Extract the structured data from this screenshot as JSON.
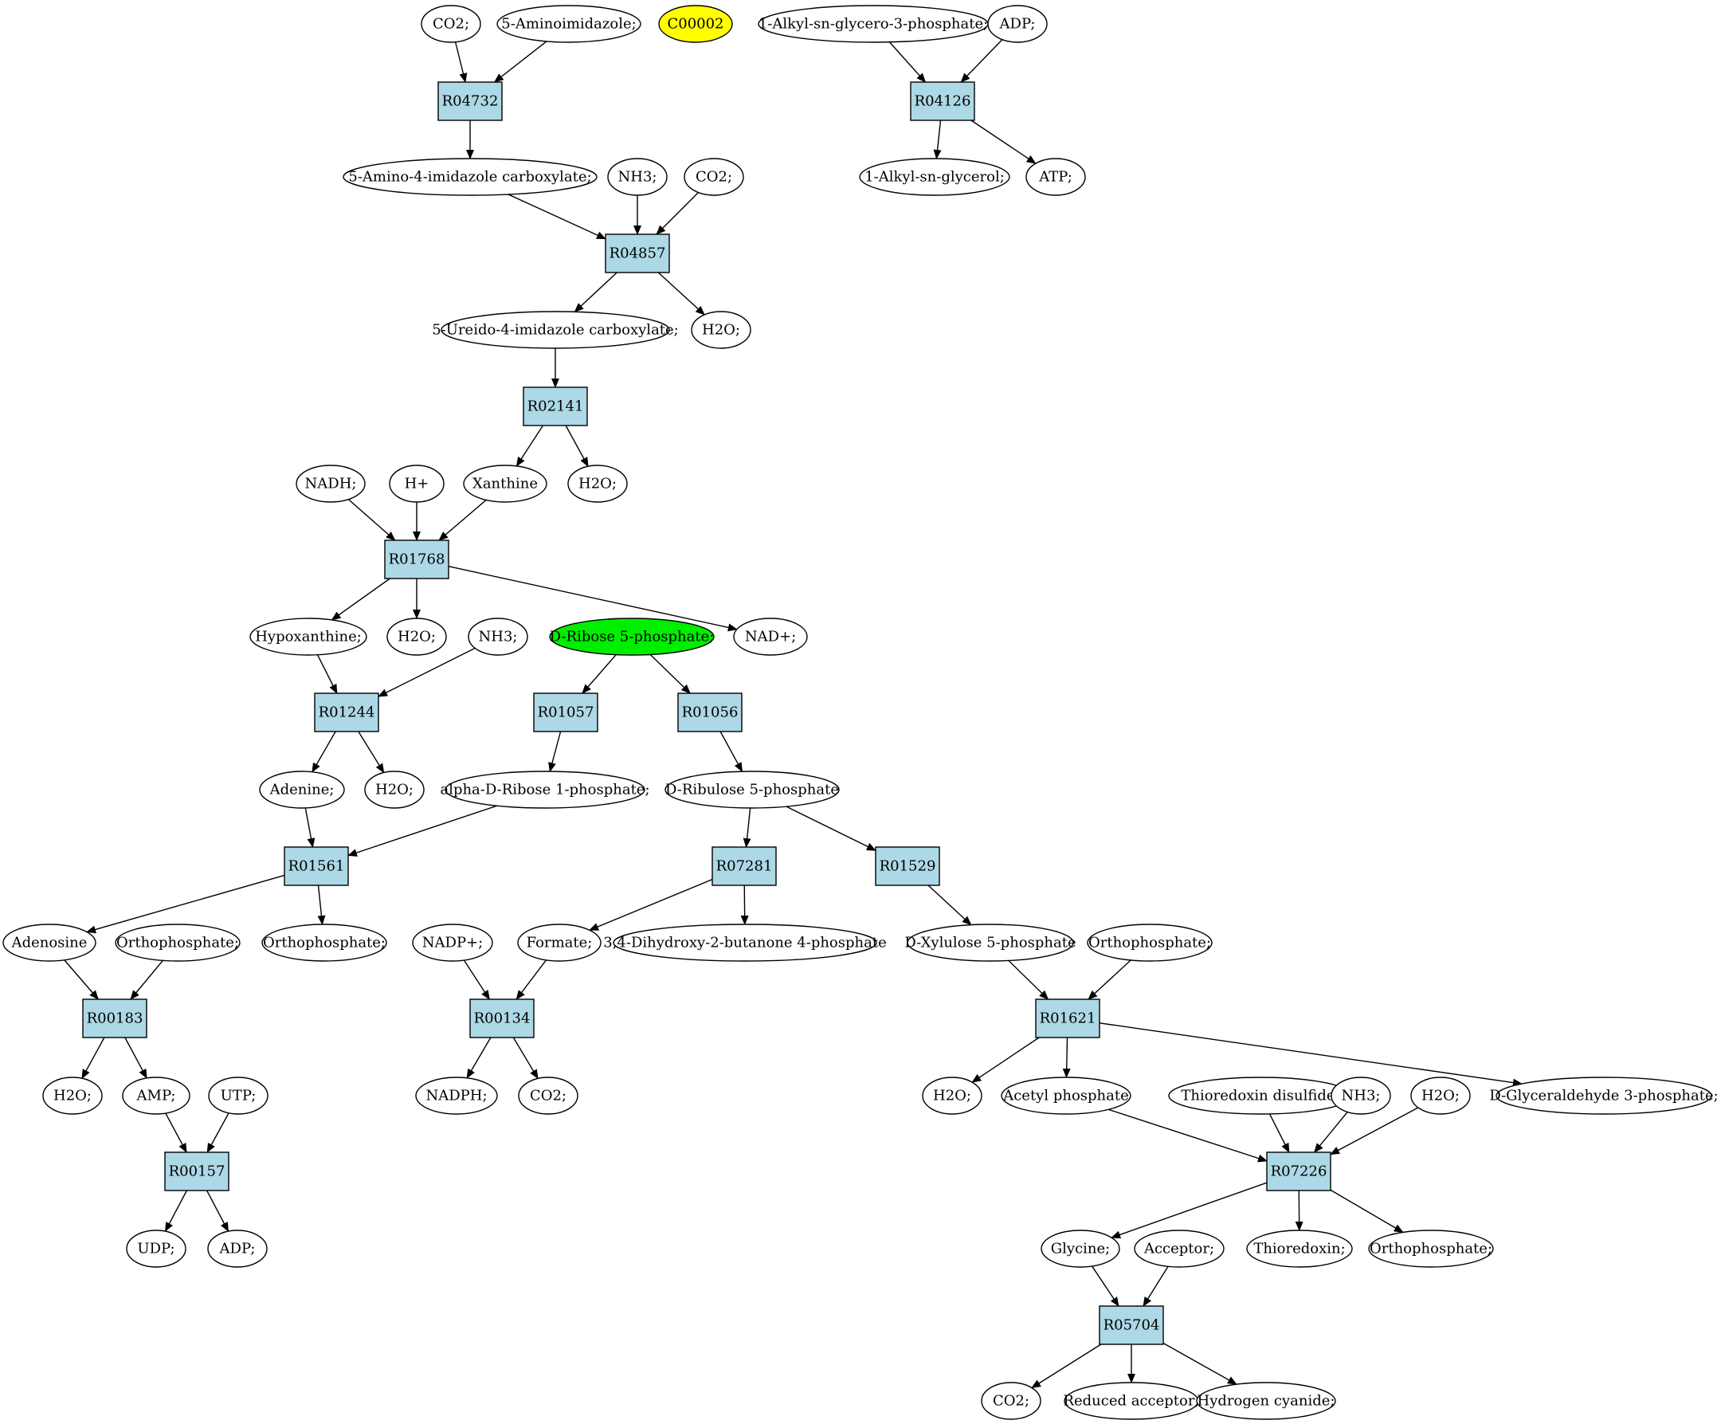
{
  "colors": {
    "compound": "#ffffff",
    "reaction": "#add8e6",
    "highlight_yellow": "#ffff00",
    "highlight_green": "#00ee00"
  },
  "nodes": [
    {
      "id": "c_co2_a",
      "kind": "compound",
      "label": "CO2;"
    },
    {
      "id": "c_5amim",
      "kind": "compound",
      "label": "5-Aminoimidazole;"
    },
    {
      "id": "c_c00002",
      "kind": "compound",
      "label": "C00002",
      "fill": "#ffff00"
    },
    {
      "id": "c_alkylg3p",
      "kind": "compound",
      "label": "1-Alkyl-sn-glycero-3-phosphate;"
    },
    {
      "id": "c_adp_a",
      "kind": "compound",
      "label": "ADP;"
    },
    {
      "id": "r_R04732",
      "kind": "reaction",
      "label": "R04732"
    },
    {
      "id": "r_R04126",
      "kind": "reaction",
      "label": "R04126"
    },
    {
      "id": "c_5a4ic",
      "kind": "compound",
      "label": "5-Amino-4-imidazole carboxylate;"
    },
    {
      "id": "c_nh3_a",
      "kind": "compound",
      "label": "NH3;"
    },
    {
      "id": "c_co2_b",
      "kind": "compound",
      "label": "CO2;"
    },
    {
      "id": "c_alkylgly",
      "kind": "compound",
      "label": "1-Alkyl-sn-glycerol;"
    },
    {
      "id": "c_atp",
      "kind": "compound",
      "label": "ATP;"
    },
    {
      "id": "r_R04857",
      "kind": "reaction",
      "label": "R04857"
    },
    {
      "id": "c_5u4ic",
      "kind": "compound",
      "label": "5-Ureido-4-imidazole carboxylate;"
    },
    {
      "id": "c_h2o_a",
      "kind": "compound",
      "label": "H2O;"
    },
    {
      "id": "r_R02141",
      "kind": "reaction",
      "label": "R02141"
    },
    {
      "id": "c_nadh",
      "kind": "compound",
      "label": "NADH;"
    },
    {
      "id": "c_hplus",
      "kind": "compound",
      "label": "H+"
    },
    {
      "id": "c_xanthine",
      "kind": "compound",
      "label": "Xanthine"
    },
    {
      "id": "c_h2o_b",
      "kind": "compound",
      "label": "H2O;"
    },
    {
      "id": "r_R01768",
      "kind": "reaction",
      "label": "R01768"
    },
    {
      "id": "c_hypox",
      "kind": "compound",
      "label": "Hypoxanthine;"
    },
    {
      "id": "c_h2o_c",
      "kind": "compound",
      "label": "H2O;"
    },
    {
      "id": "c_nh3_b",
      "kind": "compound",
      "label": "NH3;"
    },
    {
      "id": "c_dr5p",
      "kind": "compound",
      "label": "D-Ribose 5-phosphate;",
      "fill": "#00ee00"
    },
    {
      "id": "c_nadplus",
      "kind": "compound",
      "label": "NAD+;"
    },
    {
      "id": "r_R01244",
      "kind": "reaction",
      "label": "R01244"
    },
    {
      "id": "r_R01057",
      "kind": "reaction",
      "label": "R01057"
    },
    {
      "id": "r_R01056",
      "kind": "reaction",
      "label": "R01056"
    },
    {
      "id": "c_adenine",
      "kind": "compound",
      "label": "Adenine;"
    },
    {
      "id": "c_h2o_d",
      "kind": "compound",
      "label": "H2O;"
    },
    {
      "id": "c_adr1p",
      "kind": "compound",
      "label": "alpha-D-Ribose 1-phosphate;"
    },
    {
      "id": "c_dru5p",
      "kind": "compound",
      "label": "D-Ribulose 5-phosphate"
    },
    {
      "id": "r_R01561",
      "kind": "reaction",
      "label": "R01561"
    },
    {
      "id": "r_R07281",
      "kind": "reaction",
      "label": "R07281"
    },
    {
      "id": "r_R01529",
      "kind": "reaction",
      "label": "R01529"
    },
    {
      "id": "c_adenosine",
      "kind": "compound",
      "label": "Adenosine"
    },
    {
      "id": "c_ortho_a",
      "kind": "compound",
      "label": "Orthophosphate;"
    },
    {
      "id": "c_ortho_b",
      "kind": "compound",
      "label": "Orthophosphate;"
    },
    {
      "id": "c_nadpplus",
      "kind": "compound",
      "label": "NADP+;"
    },
    {
      "id": "c_formate",
      "kind": "compound",
      "label": "Formate;"
    },
    {
      "id": "c_34dhb",
      "kind": "compound",
      "label": "3,4-Dihydroxy-2-butanone 4-phosphate"
    },
    {
      "id": "c_dx5p",
      "kind": "compound",
      "label": "D-Xylulose 5-phosphate"
    },
    {
      "id": "c_ortho_c",
      "kind": "compound",
      "label": "Orthophosphate;"
    },
    {
      "id": "r_R00183",
      "kind": "reaction",
      "label": "R00183"
    },
    {
      "id": "r_R00134",
      "kind": "reaction",
      "label": "R00134"
    },
    {
      "id": "r_R01621",
      "kind": "reaction",
      "label": "R01621"
    },
    {
      "id": "c_h2o_e",
      "kind": "compound",
      "label": "H2O;"
    },
    {
      "id": "c_amp",
      "kind": "compound",
      "label": "AMP;"
    },
    {
      "id": "c_utp",
      "kind": "compound",
      "label": "UTP;"
    },
    {
      "id": "c_nadph",
      "kind": "compound",
      "label": "NADPH;"
    },
    {
      "id": "c_co2_c",
      "kind": "compound",
      "label": "CO2;"
    },
    {
      "id": "c_h2o_f",
      "kind": "compound",
      "label": "H2O;"
    },
    {
      "id": "c_acetylp",
      "kind": "compound",
      "label": "Acetyl phosphate"
    },
    {
      "id": "c_thiodis",
      "kind": "compound",
      "label": "Thioredoxin disulfide;"
    },
    {
      "id": "c_nh3_c",
      "kind": "compound",
      "label": "NH3;"
    },
    {
      "id": "c_h2o_g",
      "kind": "compound",
      "label": "H2O;"
    },
    {
      "id": "c_dg3p",
      "kind": "compound",
      "label": "D-Glyceraldehyde 3-phosphate;"
    },
    {
      "id": "r_R00157",
      "kind": "reaction",
      "label": "R00157"
    },
    {
      "id": "r_R07226",
      "kind": "reaction",
      "label": "R07226"
    },
    {
      "id": "c_udp",
      "kind": "compound",
      "label": "UDP;"
    },
    {
      "id": "c_adp_b",
      "kind": "compound",
      "label": "ADP;"
    },
    {
      "id": "c_glycine",
      "kind": "compound",
      "label": "Glycine;"
    },
    {
      "id": "c_acceptor",
      "kind": "compound",
      "label": "Acceptor;"
    },
    {
      "id": "c_thioredoxin",
      "kind": "compound",
      "label": "Thioredoxin;"
    },
    {
      "id": "c_ortho_d",
      "kind": "compound",
      "label": "Orthophosphate;"
    },
    {
      "id": "r_R05704",
      "kind": "reaction",
      "label": "R05704"
    },
    {
      "id": "c_co2_d",
      "kind": "compound",
      "label": "CO2;"
    },
    {
      "id": "c_redacc",
      "kind": "compound",
      "label": "Reduced acceptor;"
    },
    {
      "id": "c_hcn",
      "kind": "compound",
      "label": "Hydrogen cyanide;"
    }
  ],
  "edges": [
    {
      "from": "c_co2_a",
      "to": "r_R04732"
    },
    {
      "from": "c_5amim",
      "to": "r_R04732"
    },
    {
      "from": "r_R04732",
      "to": "c_5a4ic"
    },
    {
      "from": "c_alkylg3p",
      "to": "r_R04126"
    },
    {
      "from": "c_adp_a",
      "to": "r_R04126"
    },
    {
      "from": "r_R04126",
      "to": "c_alkylgly"
    },
    {
      "from": "r_R04126",
      "to": "c_atp"
    },
    {
      "from": "c_5a4ic",
      "to": "r_R04857"
    },
    {
      "from": "c_nh3_a",
      "to": "r_R04857"
    },
    {
      "from": "c_co2_b",
      "to": "r_R04857"
    },
    {
      "from": "r_R04857",
      "to": "c_5u4ic"
    },
    {
      "from": "r_R04857",
      "to": "c_h2o_a"
    },
    {
      "from": "c_5u4ic",
      "to": "r_R02141"
    },
    {
      "from": "r_R02141",
      "to": "c_xanthine"
    },
    {
      "from": "r_R02141",
      "to": "c_h2o_b"
    },
    {
      "from": "c_nadh",
      "to": "r_R01768"
    },
    {
      "from": "c_hplus",
      "to": "r_R01768"
    },
    {
      "from": "c_xanthine",
      "to": "r_R01768"
    },
    {
      "from": "r_R01768",
      "to": "c_hypox"
    },
    {
      "from": "r_R01768",
      "to": "c_h2o_c"
    },
    {
      "from": "r_R01768",
      "to": "c_nadplus"
    },
    {
      "from": "c_hypox",
      "to": "r_R01244"
    },
    {
      "from": "c_nh3_b",
      "to": "r_R01244"
    },
    {
      "from": "r_R01244",
      "to": "c_adenine"
    },
    {
      "from": "r_R01244",
      "to": "c_h2o_d"
    },
    {
      "from": "c_dr5p",
      "to": "r_R01057"
    },
    {
      "from": "c_dr5p",
      "to": "r_R01056"
    },
    {
      "from": "r_R01057",
      "to": "c_adr1p"
    },
    {
      "from": "r_R01056",
      "to": "c_dru5p"
    },
    {
      "from": "c_adenine",
      "to": "r_R01561"
    },
    {
      "from": "c_adr1p",
      "to": "r_R01561"
    },
    {
      "from": "r_R01561",
      "to": "c_adenosine"
    },
    {
      "from": "r_R01561",
      "to": "c_ortho_b"
    },
    {
      "from": "c_dru5p",
      "to": "r_R07281"
    },
    {
      "from": "c_dru5p",
      "to": "r_R01529"
    },
    {
      "from": "r_R07281",
      "to": "c_formate"
    },
    {
      "from": "r_R07281",
      "to": "c_34dhb"
    },
    {
      "from": "r_R01529",
      "to": "c_dx5p"
    },
    {
      "from": "c_adenosine",
      "to": "r_R00183"
    },
    {
      "from": "c_ortho_a",
      "to": "r_R00183"
    },
    {
      "from": "r_R00183",
      "to": "c_h2o_e"
    },
    {
      "from": "r_R00183",
      "to": "c_amp"
    },
    {
      "from": "c_nadpplus",
      "to": "r_R00134"
    },
    {
      "from": "c_formate",
      "to": "r_R00134"
    },
    {
      "from": "r_R00134",
      "to": "c_nadph"
    },
    {
      "from": "r_R00134",
      "to": "c_co2_c"
    },
    {
      "from": "c_dx5p",
      "to": "r_R01621"
    },
    {
      "from": "c_ortho_c",
      "to": "r_R01621"
    },
    {
      "from": "r_R01621",
      "to": "c_h2o_f"
    },
    {
      "from": "r_R01621",
      "to": "c_acetylp"
    },
    {
      "from": "r_R01621",
      "to": "c_dg3p"
    },
    {
      "from": "c_amp",
      "to": "r_R00157"
    },
    {
      "from": "c_utp",
      "to": "r_R00157"
    },
    {
      "from": "r_R00157",
      "to": "c_udp"
    },
    {
      "from": "r_R00157",
      "to": "c_adp_b"
    },
    {
      "from": "c_acetylp",
      "to": "r_R07226"
    },
    {
      "from": "c_thiodis",
      "to": "r_R07226"
    },
    {
      "from": "c_nh3_c",
      "to": "r_R07226"
    },
    {
      "from": "c_h2o_g",
      "to": "r_R07226"
    },
    {
      "from": "r_R07226",
      "to": "c_glycine"
    },
    {
      "from": "r_R07226",
      "to": "c_thioredoxin"
    },
    {
      "from": "r_R07226",
      "to": "c_ortho_d"
    },
    {
      "from": "c_glycine",
      "to": "r_R05704"
    },
    {
      "from": "c_acceptor",
      "to": "r_R05704"
    },
    {
      "from": "r_R05704",
      "to": "c_co2_d"
    },
    {
      "from": "r_R05704",
      "to": "c_redacc"
    },
    {
      "from": "r_R05704",
      "to": "c_hcn"
    }
  ]
}
